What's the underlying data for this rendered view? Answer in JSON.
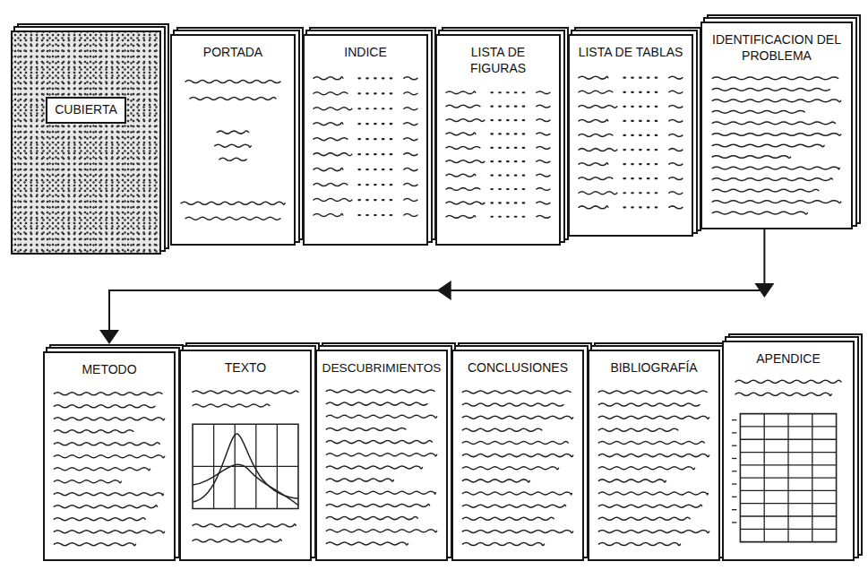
{
  "diagram": {
    "nodes": [
      {
        "text": [
          "CUBIERTA"
        ]
      },
      {
        "text": [
          "PORTADA"
        ]
      },
      {
        "text": [
          "INDICE"
        ]
      },
      {
        "text": [
          "LISTA DE FIGURAS"
        ]
      },
      {
        "text": [
          "LISTA DE TABLAS"
        ]
      },
      {
        "text": [
          "IDENTIFICACION DEL PROBLEMA"
        ]
      },
      {
        "text": [
          "METODO"
        ]
      },
      {
        "text": [
          "TEXTO"
        ]
      },
      {
        "text": [
          "DESCUBRIMIENTOS"
        ]
      },
      {
        "text": [
          "CONCLUSIONES"
        ]
      },
      {
        "text": [
          "BIBLIOGRAFÍA"
        ]
      },
      {
        "text": [
          "APENDICE"
        ]
      }
    ],
    "edges": [
      {
        "from": 5,
        "to": 6,
        "arrow": "to"
      }
    ]
  }
}
